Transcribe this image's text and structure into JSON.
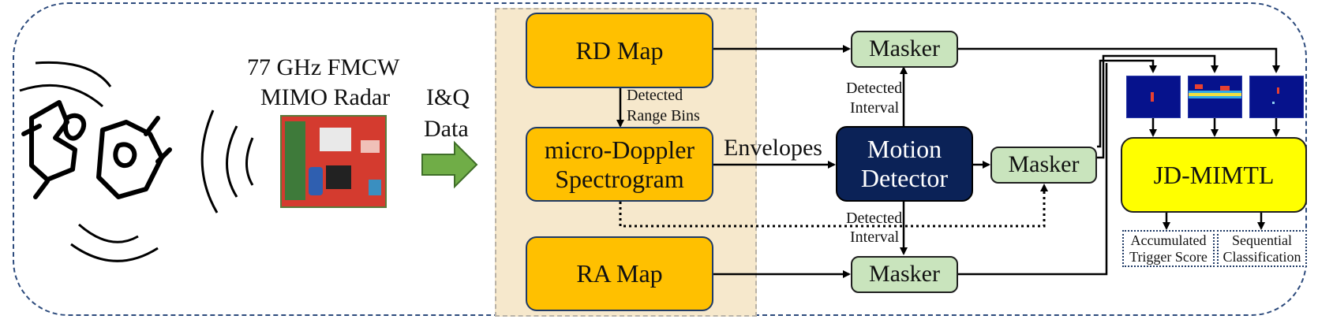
{
  "radar": {
    "title_line1": "77 GHz FMCW",
    "title_line2": "MIMO Radar"
  },
  "input_arrow": {
    "line1": "I&Q",
    "line2": "Data"
  },
  "blocks": {
    "rd_map": "RD Map",
    "md_line1": "micro-Doppler",
    "md_line2": "Spectrogram",
    "ra_map": "RA Map",
    "motion_line1": "Motion",
    "motion_line2": "Detector",
    "masker_top": "Masker",
    "masker_mid": "Masker",
    "masker_bottom": "Masker",
    "jd_mimtl": "JD-MIMTL"
  },
  "labels": {
    "detected_range_line1": "Detected",
    "detected_range_line2": "Range Bins",
    "envelopes": "Envelopes",
    "detected_interval_top_line1": "Detected",
    "detected_interval_top_line2": "Interval",
    "detected_interval_bottom_line1": "Detected",
    "detected_interval_bottom_line2": "Interval"
  },
  "outputs": {
    "accumulated_line1": "Accumulated",
    "accumulated_line2": "Trigger Score",
    "sequential_line1": "Sequential",
    "sequential_line2": "Classification"
  },
  "colors": {
    "frame": "#2c4a7c",
    "processing_bg": "#f6e8cc",
    "orange_block": "#ffc000",
    "masker_green": "#c9e4bd",
    "motion_navy": "#0b2257",
    "jd_yellow": "#ffff00",
    "input_arrow_green": "#70ad47",
    "radar_board": "#d43b2f"
  }
}
